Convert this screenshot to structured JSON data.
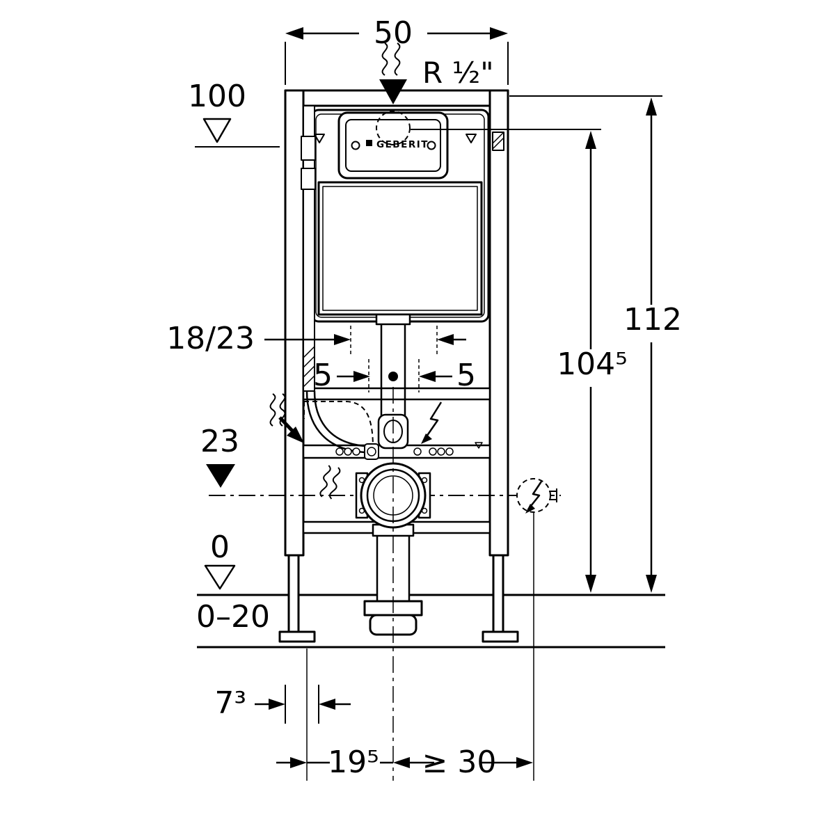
{
  "drawing": {
    "brand_logo": "GEBERIT",
    "dimensions": {
      "frame_width": "50",
      "supply_thread": "R ½\"",
      "level_top": "100",
      "total_height": "112",
      "actuator_height": "104⁵",
      "flush_pipe": "18/23",
      "offset_left": "5",
      "offset_right": "5",
      "outlet_height": "23",
      "floor_level": "0",
      "floor_range": "0–20",
      "foot_depth": "7³",
      "supply_offset": "19⁵",
      "power_offset": "≥ 30"
    },
    "colors": {
      "line": "#000000",
      "background": "#ffffff"
    }
  }
}
